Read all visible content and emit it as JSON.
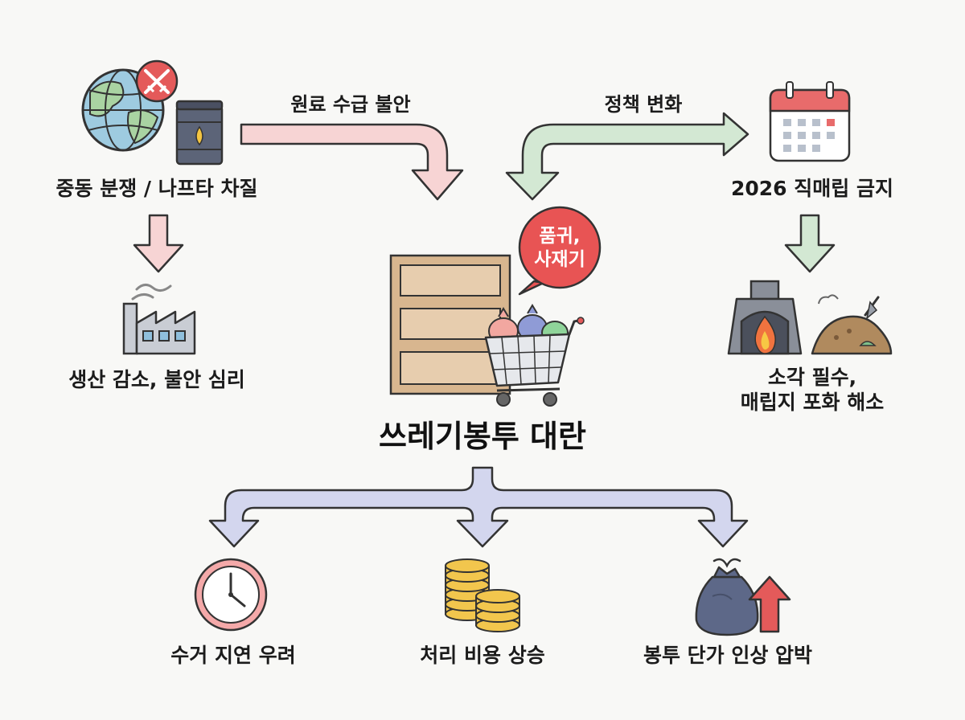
{
  "title": "쓰레기봉투 대란",
  "causes": {
    "conflict": "중동 분쟁 / 나프타 차질",
    "production": "생산 감소, 불안 심리",
    "ban": "2026 직매립 금지",
    "incineration": "소각 필수,\n매립지 포화 해소"
  },
  "arrows": {
    "supply": "원료 수급 불안",
    "policy": "정책 변화"
  },
  "bubble": "품귀,\n사재기",
  "effects": {
    "delay": "수거 지연 우려",
    "cost": "처리 비용 상승",
    "price": "봉투 단가 인상 압박"
  },
  "colors": {
    "red_arrow": "#f7d4d4",
    "green_arrow": "#d3e8d3",
    "blue_arrow": "#d3d6ee",
    "bubble": "#e85454",
    "outline": "#333333"
  },
  "icons": [
    "globe-icon",
    "crossed-swords-icon",
    "oil-barrel-icon",
    "factory-icon",
    "calendar-icon",
    "incinerator-icon",
    "landfill-icon",
    "empty-shelf-icon",
    "shopping-cart-icon",
    "clock-icon",
    "coins-icon",
    "garbage-bag-icon",
    "up-arrow-icon"
  ]
}
